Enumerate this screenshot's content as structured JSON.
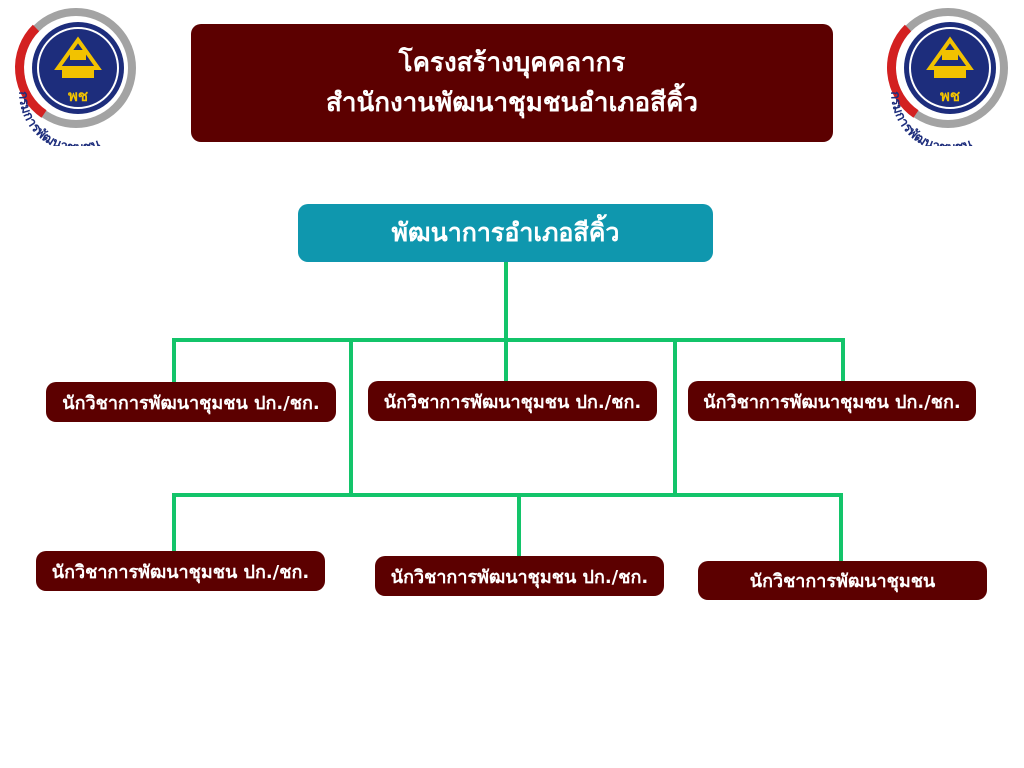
{
  "logo": {
    "caption": "กรมการพัฒนาชุมชน",
    "emblem_text": "พช",
    "colors": {
      "navy": "#1d2d7c",
      "red": "#d32020",
      "grey": "#a3a3a3",
      "gold": "#f2c200"
    }
  },
  "header": {
    "title_line1": "โครงสร้างบุคคลากร",
    "title_line2": "สำนักงานพัฒนาชุมชนอำเภอสีคิ้ว"
  },
  "head": {
    "label": "พัฒนาการอำเภอสีคิ้ว"
  },
  "staff": [
    {
      "label": "นักวิชาการพัฒนาชุมชน ปก./ชก."
    },
    {
      "label": "นักวิชาการพัฒนาชุมชน ปก./ชก."
    },
    {
      "label": "นักวิชาการพัฒนาชุมชน ปก./ชก."
    },
    {
      "label": "นักวิชาการพัฒนาชุมชน ปก./ชก."
    },
    {
      "label": "นักวิชาการพัฒนาชุมชน ปก./ชก."
    },
    {
      "label": "นักวิชาการพัฒนาชุมชน"
    }
  ],
  "colors": {
    "box_dark": "#5c0000",
    "head_teal": "#0f97ae",
    "connector": "#13c46a"
  }
}
